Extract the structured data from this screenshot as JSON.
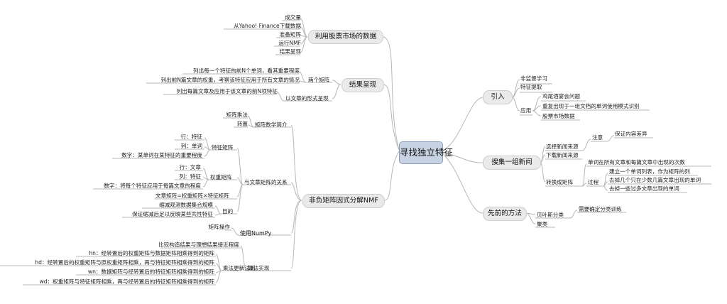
{
  "root": {
    "label": "寻找独立特征"
  },
  "branches": {
    "intro": {
      "label": "引入",
      "items": [
        "非监督学习",
        "特征提取"
      ],
      "app": {
        "label": "应用",
        "items": [
          "鸡尾酒宴会问题",
          "重复出现于一组文档的单词使用模式识别",
          "股票市场数据"
        ]
      }
    },
    "news": {
      "label": "搜集一组新闻",
      "items": [
        "选择新闻来源",
        "下载新闻来源"
      ],
      "note": {
        "label": "注意",
        "item": "保证内容差异"
      },
      "convert": {
        "label": "转换成矩阵",
        "count": "单词在所有文章和每篇文章中出现的次数",
        "process": {
          "label": "过程",
          "items": [
            "建立一个单词列表，作为矩阵的列",
            "去掉几个只在少数几篇文章出现的单词",
            "去掉一些过多文章出现的单词"
          ]
        }
      }
    },
    "prev": {
      "label": "先前的方法",
      "bayes": "贝叶斯分类",
      "bayes_note": "需要确定分类训练",
      "cluster": "聚类"
    },
    "stock": {
      "label": "利用股票市场的数据",
      "items": [
        "成交量",
        "从Yahoo! Finance下载数据",
        "准备矩阵",
        "运行NMF",
        "结果呈现"
      ]
    },
    "results": {
      "label": "结果呈现",
      "two": {
        "label": "两个矩阵",
        "items": [
          "列出每一个特征的前N个单词，看其重要程度",
          "列出前N篇文章的权重，考察该特征应用于所有文章的情况"
        ]
      },
      "form": {
        "label": "以文章的形式呈现",
        "item": "列出每篇文章及应用于该文章的前N项特征"
      }
    },
    "nmf": {
      "label": "非负矩阵因式分解NMF",
      "intro": {
        "label": "矩阵数学简介",
        "items": [
          "矩阵乘法",
          "转置"
        ]
      },
      "relation": {
        "label": "与文章矩阵的关系",
        "feature": {
          "label": "特征矩阵",
          "items": [
            "行：特征",
            "列：单词",
            "数字：某单词在某特征的重要程度"
          ]
        },
        "weight": {
          "label": "权重矩阵",
          "items": [
            "行：文章",
            "列：特征",
            "数字：将每个特征应用于每篇文章的程度"
          ]
        },
        "formula": "文章矩阵=权重矩阵×特征矩阵",
        "purpose": {
          "label": "目的",
          "items": [
            "缩减观测数据集合规模",
            "保证缩减后足以反映某些共性特征"
          ]
        }
      },
      "numpy": {
        "label": "使用NumPy",
        "item": "矩阵操作"
      },
      "algo": {
        "label": "算法实现",
        "compare": "比较构造结果与理想结果接近程度",
        "rule": {
          "label": "乘法更新法则",
          "items": [
            "hn：经转置后的权重矩阵与数据矩阵相乘得到的矩阵",
            "hd：经转置后的权重矩阵与原权重矩阵相乘，再与特征矩阵相乘得到的矩阵",
            "wn：数据矩阵与经转置后的特征矩阵相乘得到的矩阵",
            "wd：权重矩阵与特征矩阵相乘，再与经转置后的特征矩阵相乘得到的矩阵"
          ]
        }
      }
    }
  }
}
